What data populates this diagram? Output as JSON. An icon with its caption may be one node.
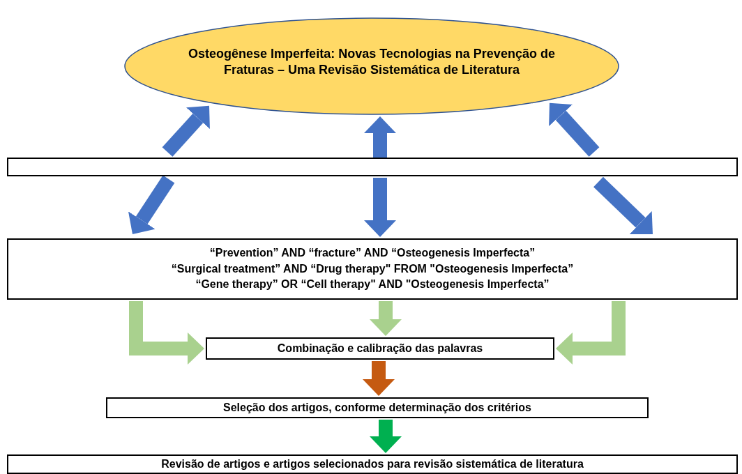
{
  "diagram": {
    "nodes": [
      {
        "text": [
          "Osteogênese Imperfeita: Novas Tecnologias na Prevenção de Fraturas – Uma Revisão Sistemática de Literatura"
        ]
      },
      {
        "text": [],
        "shape": "bar"
      },
      {
        "text": [
          "“Prevention” AND “fracture” AND “Osteogenesis Imperfecta”",
          "“Surgical treatment” AND “Drug therapy\" FROM \"Osteogenesis Imperfecta”",
          "“Gene therapy” OR “Cell therapy\" AND \"Osteogenesis Imperfecta”"
        ]
      },
      {
        "text": [
          "Combinação e calibração das palavras"
        ]
      },
      {
        "text": [
          "Seleção dos artigos, conforme determinação dos critérios"
        ]
      },
      {
        "text": [
          "Revisão de artigos e artigos selecionados para revisão sistemática de literatura"
        ]
      }
    ],
    "edges": [
      {
        "from": 1,
        "to": 0,
        "arrow": "to"
      },
      {
        "from": 1,
        "to": 0,
        "arrow": "to"
      },
      {
        "from": 1,
        "to": 0,
        "arrow": "to"
      },
      {
        "from": 1,
        "to": 2,
        "arrow": "to"
      },
      {
        "from": 1,
        "to": 2,
        "arrow": "to"
      },
      {
        "from": 1,
        "to": 2,
        "arrow": "to"
      },
      {
        "from": 2,
        "to": 3,
        "arrow": "to",
        "color": "#a9d18e"
      },
      {
        "from": 2,
        "to": 3,
        "arrow": "to",
        "color": "#a9d18e"
      },
      {
        "from": 2,
        "to": 3,
        "arrow": "to",
        "color": "#a9d18e"
      },
      {
        "from": 3,
        "to": 4,
        "arrow": "to",
        "color": "#c55a11"
      },
      {
        "from": 4,
        "to": 5,
        "arrow": "to",
        "color": "#00b050"
      }
    ]
  }
}
